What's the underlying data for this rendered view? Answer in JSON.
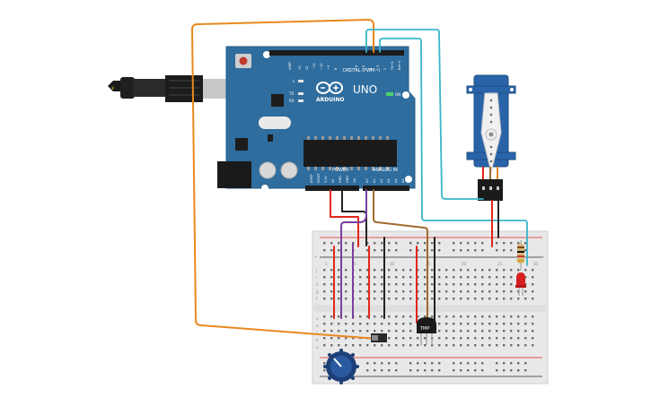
{
  "board": {
    "brand": "ARDUINO",
    "model": "UNO",
    "on_label": "ON",
    "l_label": "L",
    "tx_label": "TX",
    "rx_label": "RX",
    "digital_header": "DIGITAL (PWM~)",
    "power_header": "POWER",
    "analog_header": "ANALOG IN",
    "aref_label": "AREF",
    "digital_pins": [
      "13",
      "12",
      "~11",
      "~10",
      "~9",
      "8",
      "7",
      "~6",
      "~5",
      "4",
      "~3",
      "2",
      "TX→1",
      "RX←0"
    ],
    "power_pins": [
      "IOREF",
      "RESET",
      "3.3V",
      "5V",
      "GND",
      "GND",
      "Vin"
    ],
    "analog_pins": [
      "A0",
      "A1",
      "A2",
      "A3",
      "A4",
      "A5"
    ]
  },
  "components": {
    "tmp_label": "TMP",
    "breadboard_letters_top": [
      "j",
      "i",
      "h",
      "g",
      "f"
    ],
    "breadboard_letters_bottom": [
      "e",
      "d",
      "c",
      "b",
      "a"
    ],
    "column_numbers": [
      "1",
      "5",
      "10",
      "15",
      "20",
      "25",
      "30"
    ],
    "rail_plus": "+",
    "rail_minus": "-"
  },
  "colors": {
    "board_blue": "#2f6d9e",
    "wire_orange": "#e8891e",
    "wire_teal": "#3ab6c9",
    "wire_red": "#e1261c",
    "wire_black": "#222222",
    "wire_purple": "#7a3f9d",
    "wire_brown": "#a06a2c",
    "servo_blue": "#2a64a8",
    "led_red": "#d61f1f",
    "pot_blue": "#1c3f78"
  }
}
